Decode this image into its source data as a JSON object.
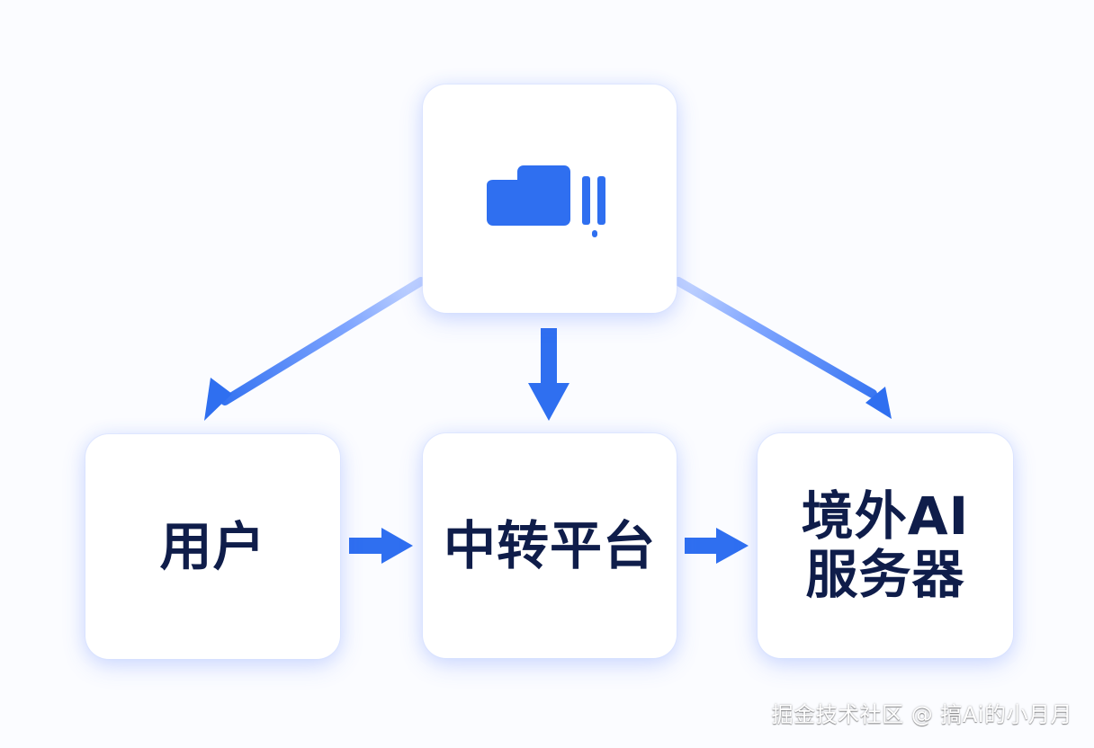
{
  "diagram": {
    "nodes": {
      "top": {
        "label": ""
      },
      "user": {
        "label": "用户"
      },
      "relay": {
        "label": "中转平台"
      },
      "server": {
        "label": "境外AI\n服务器"
      }
    },
    "icons": {
      "top_icon": "ai-platform-icon"
    },
    "arrows": [
      {
        "from": "top",
        "to": "user"
      },
      {
        "from": "top",
        "to": "relay"
      },
      {
        "from": "top",
        "to": "server"
      },
      {
        "from": "user",
        "to": "relay"
      },
      {
        "from": "relay",
        "to": "server"
      }
    ],
    "watermark": "掘金技术社区 @ 搞Ai的小月月"
  },
  "colors": {
    "accent": "#2f6ff0",
    "node_text": "#0f1d4a",
    "card_bg": "#ffffff",
    "background": "#fbfcff"
  }
}
